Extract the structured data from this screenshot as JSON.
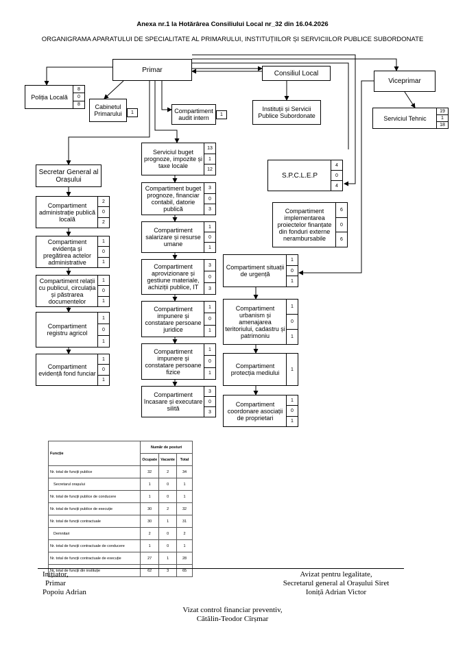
{
  "header": {
    "annex": "Anexa nr.1   la Hotărârea Consiliului Local nr_32 din  16.04.2026",
    "title": "ORGANIGRAMA APARATULUI DE SPECIALITATE AL PRIMARULUI, INSTITUȚIILOR ȘI SERVICIILOR PUBLICE SUBORDONATE"
  },
  "boxes": {
    "primar": {
      "label": "Primar"
    },
    "consiliu": {
      "label": "Consiliul Local"
    },
    "viceprimar": {
      "label": "Viceprimar"
    },
    "politia": {
      "label": "Poliția Locală",
      "nums": [
        "8",
        "0",
        "8"
      ]
    },
    "cabinet": {
      "label": "Cabinetul Primarului",
      "num": "1"
    },
    "audit": {
      "label": "Compartiment audit intern",
      "num": "1"
    },
    "institutii": {
      "label": "Instituții și Servicii Publice Subordonate"
    },
    "tehnic": {
      "label": "Serviciul Tehnic",
      "nums": [
        "19",
        "1",
        "18"
      ]
    },
    "secretar": {
      "label": "Secretar General al Orașului"
    },
    "admin": {
      "label": "Compartiment administrație publică locală",
      "nums": [
        "2",
        "0",
        "2"
      ]
    },
    "evidenta": {
      "label": "Compartiment evidența și pregătirea actelor administrative",
      "nums": [
        "1",
        "0",
        "1"
      ]
    },
    "relatii": {
      "label": "Compartiment relații cu publicul, circulația și păstrarea documentelor",
      "nums": [
        "1",
        "0",
        "1"
      ]
    },
    "registru": {
      "label": "Compartiment registru agricol",
      "nums": [
        "1",
        "0",
        "1"
      ]
    },
    "funciar": {
      "label": "Compartiment evidență fond funciar",
      "nums": [
        "1",
        "0",
        "1"
      ]
    },
    "buget": {
      "label": "Serviciul buget prognoze, impozite și taxe locale",
      "nums": [
        "13",
        "1",
        "12"
      ]
    },
    "cbuget": {
      "label": "Compartiment buget prognoze, financiar contabil, datorie publică",
      "nums": [
        "3",
        "0",
        "3"
      ]
    },
    "salarizare": {
      "label": "Compartiment salarizare și resurse umane",
      "nums": [
        "1",
        "0",
        "1"
      ]
    },
    "aprov": {
      "label": "Compartiment aprovizionare și gestiune materiale, achiziții publice, IT",
      "nums": [
        "3",
        "0",
        "3"
      ]
    },
    "juridice": {
      "label": "Compartiment impunere și constatare persoane juridice",
      "nums": [
        "1",
        "0",
        "1"
      ]
    },
    "fizice": {
      "label": "Compartiment impunere și constatare persoane fizice",
      "nums": [
        "1",
        "0",
        "1"
      ]
    },
    "incasare": {
      "label": "Compartiment încasare și executare silită",
      "nums": [
        "3",
        "0",
        "3"
      ]
    },
    "spclep": {
      "label": "S.P.C.L.E.P",
      "nums": [
        "4",
        "0",
        "4"
      ]
    },
    "implementare": {
      "label": "Compartiment implementarea proiectelor finanțate din fonduri externe nerambursabile",
      "nums": [
        "6",
        "0",
        "6"
      ]
    },
    "urgenta": {
      "label": "Compartiment situații de urgență",
      "nums": [
        "1",
        "0",
        "1"
      ]
    },
    "urbanism": {
      "label": "Compartiment urbanism și amenajarea teritoriului, cadastru și patrimoniu",
      "nums": [
        "1",
        "0",
        "1"
      ]
    },
    "mediu": {
      "label": "Compartiment protecția mediului",
      "num": "1"
    },
    "asociatii": {
      "label": "Compartiment coordonare asociații de proprietari",
      "nums": [
        "1",
        "0",
        "1"
      ]
    }
  },
  "table": {
    "col_functie": "Funcție",
    "col_group": "Număr de posturi",
    "col_ocupate": "Ocupate",
    "col_vacante": "Vacante",
    "col_total": "Total",
    "rows": [
      {
        "label": "Nr. total de funcții publice",
        "o": "32",
        "v": "2",
        "t": "34"
      },
      {
        "label": "Secretarul orașului",
        "o": "1",
        "v": "0",
        "t": "1"
      },
      {
        "label": "Nr. total de funcții publice de conducere",
        "o": "1",
        "v": "0",
        "t": "1"
      },
      {
        "label": "Nr. total de funcții publice de execuție",
        "o": "30",
        "v": "2",
        "t": "32"
      },
      {
        "label": "Nr. total de funcții contractuale",
        "o": "30",
        "v": "1",
        "t": "31"
      },
      {
        "label": "Demnitari",
        "o": "2",
        "v": "0",
        "t": "2"
      },
      {
        "label": "Nr. total de funcții contractuale de conducere",
        "o": "1",
        "v": "0",
        "t": "1"
      },
      {
        "label": "Nr. total de funcții contractuale de execuție",
        "o": "27",
        "v": "1",
        "t": "28"
      },
      {
        "label": "Nr. total de funcții din instituție",
        "o": "62",
        "v": "3",
        "t": "65"
      }
    ]
  },
  "signatures": {
    "left": [
      "Inițiator,",
      "Primar",
      "Popoiu Adrian"
    ],
    "right": [
      "Avizat pentru legalitate,",
      "Secretarul general al Orașului Siret",
      "Ioniță Adrian Victor"
    ],
    "center": [
      "Vizat control financiar preventiv,",
      "Cătălin-Teodor Cîrșmar"
    ]
  }
}
